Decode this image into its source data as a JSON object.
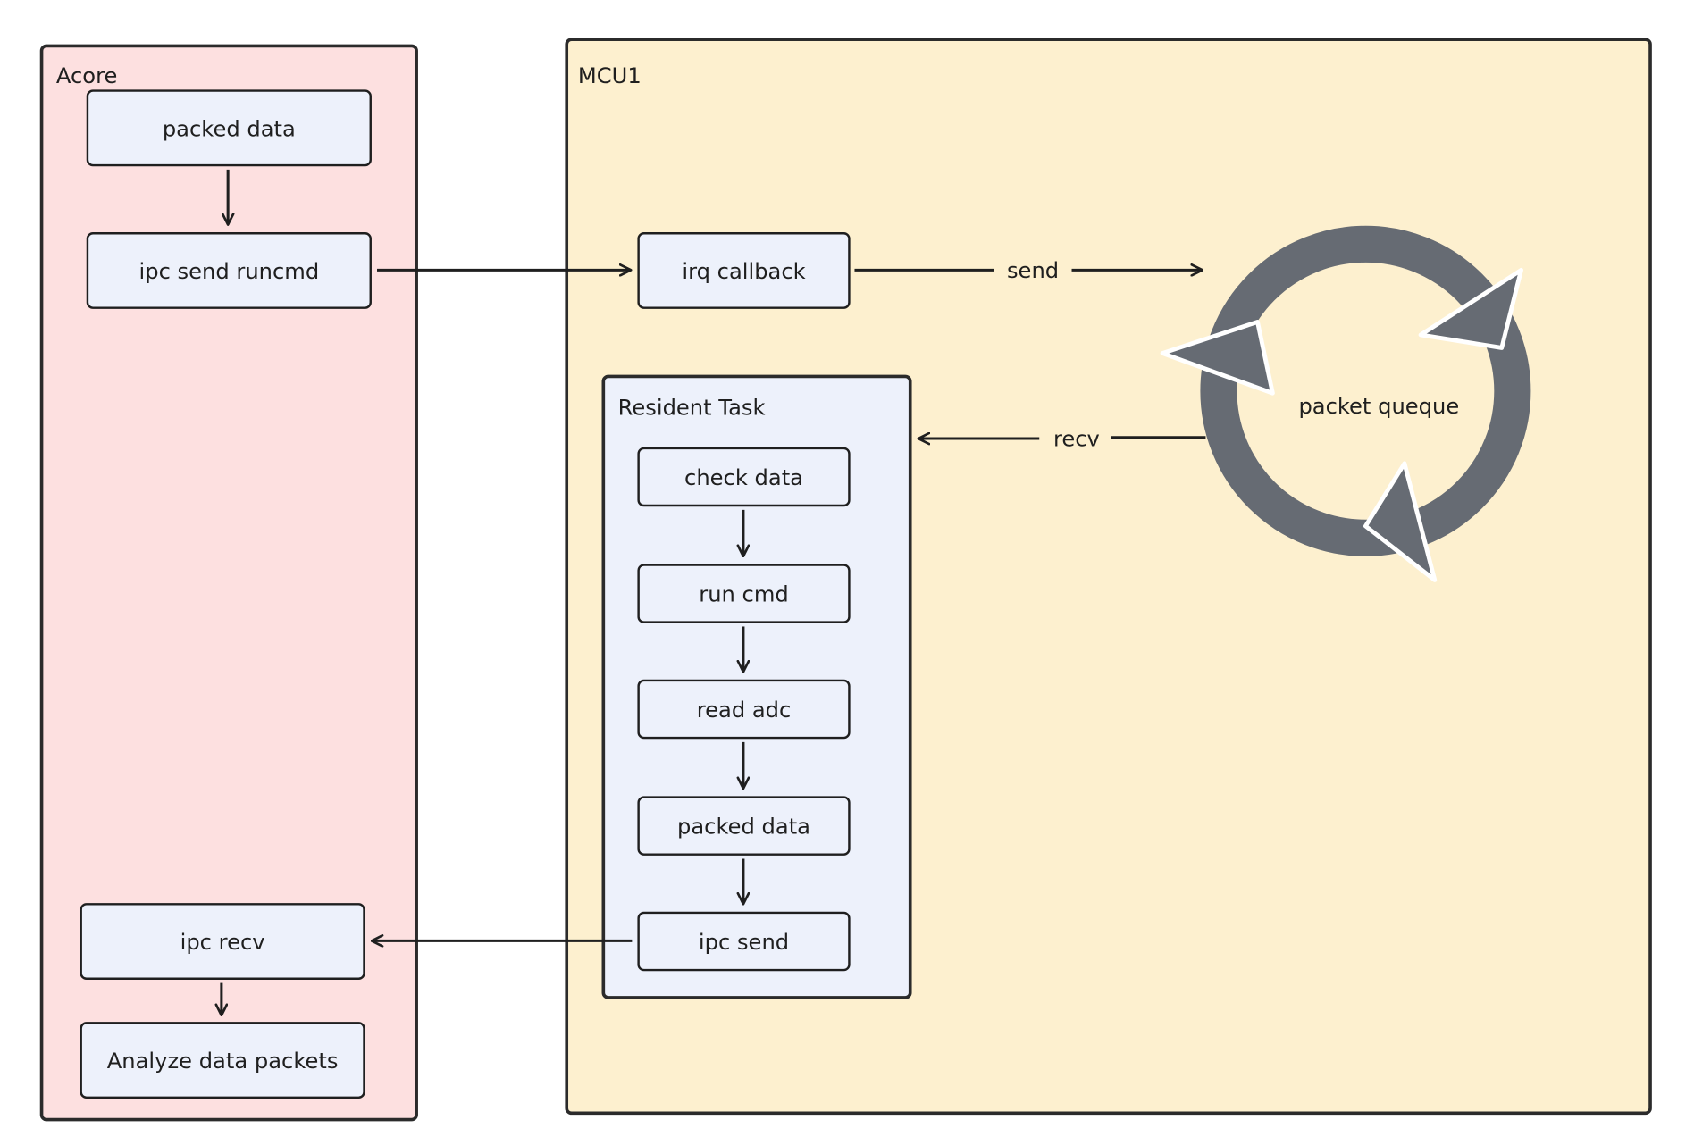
{
  "panels": {
    "acore": "Acore",
    "mcu": "MCU1",
    "resident_task": "Resident Task"
  },
  "acore_boxes": {
    "packed_data": "packed data",
    "ipc_send_runcmd": "ipc send runcmd",
    "ipc_recv": "ipc recv",
    "analyze": "Analyze data packets"
  },
  "mcu_boxes": {
    "irq_callback": "irq callback"
  },
  "task_boxes": {
    "check_data": "check data",
    "run_cmd": "run cmd",
    "read_adc": "read adc",
    "packed_data": "packed data",
    "ipc_send": "ipc send"
  },
  "queue": {
    "label": "packet queque",
    "send_label": "send",
    "recv_label": "recv",
    "ring_color": "#666b73"
  },
  "colors": {
    "acore_bg": "#fde0e0",
    "mcu_bg": "#fdf0cf",
    "box_bg": "#edf1fb",
    "stroke": "#1f1f1f"
  }
}
